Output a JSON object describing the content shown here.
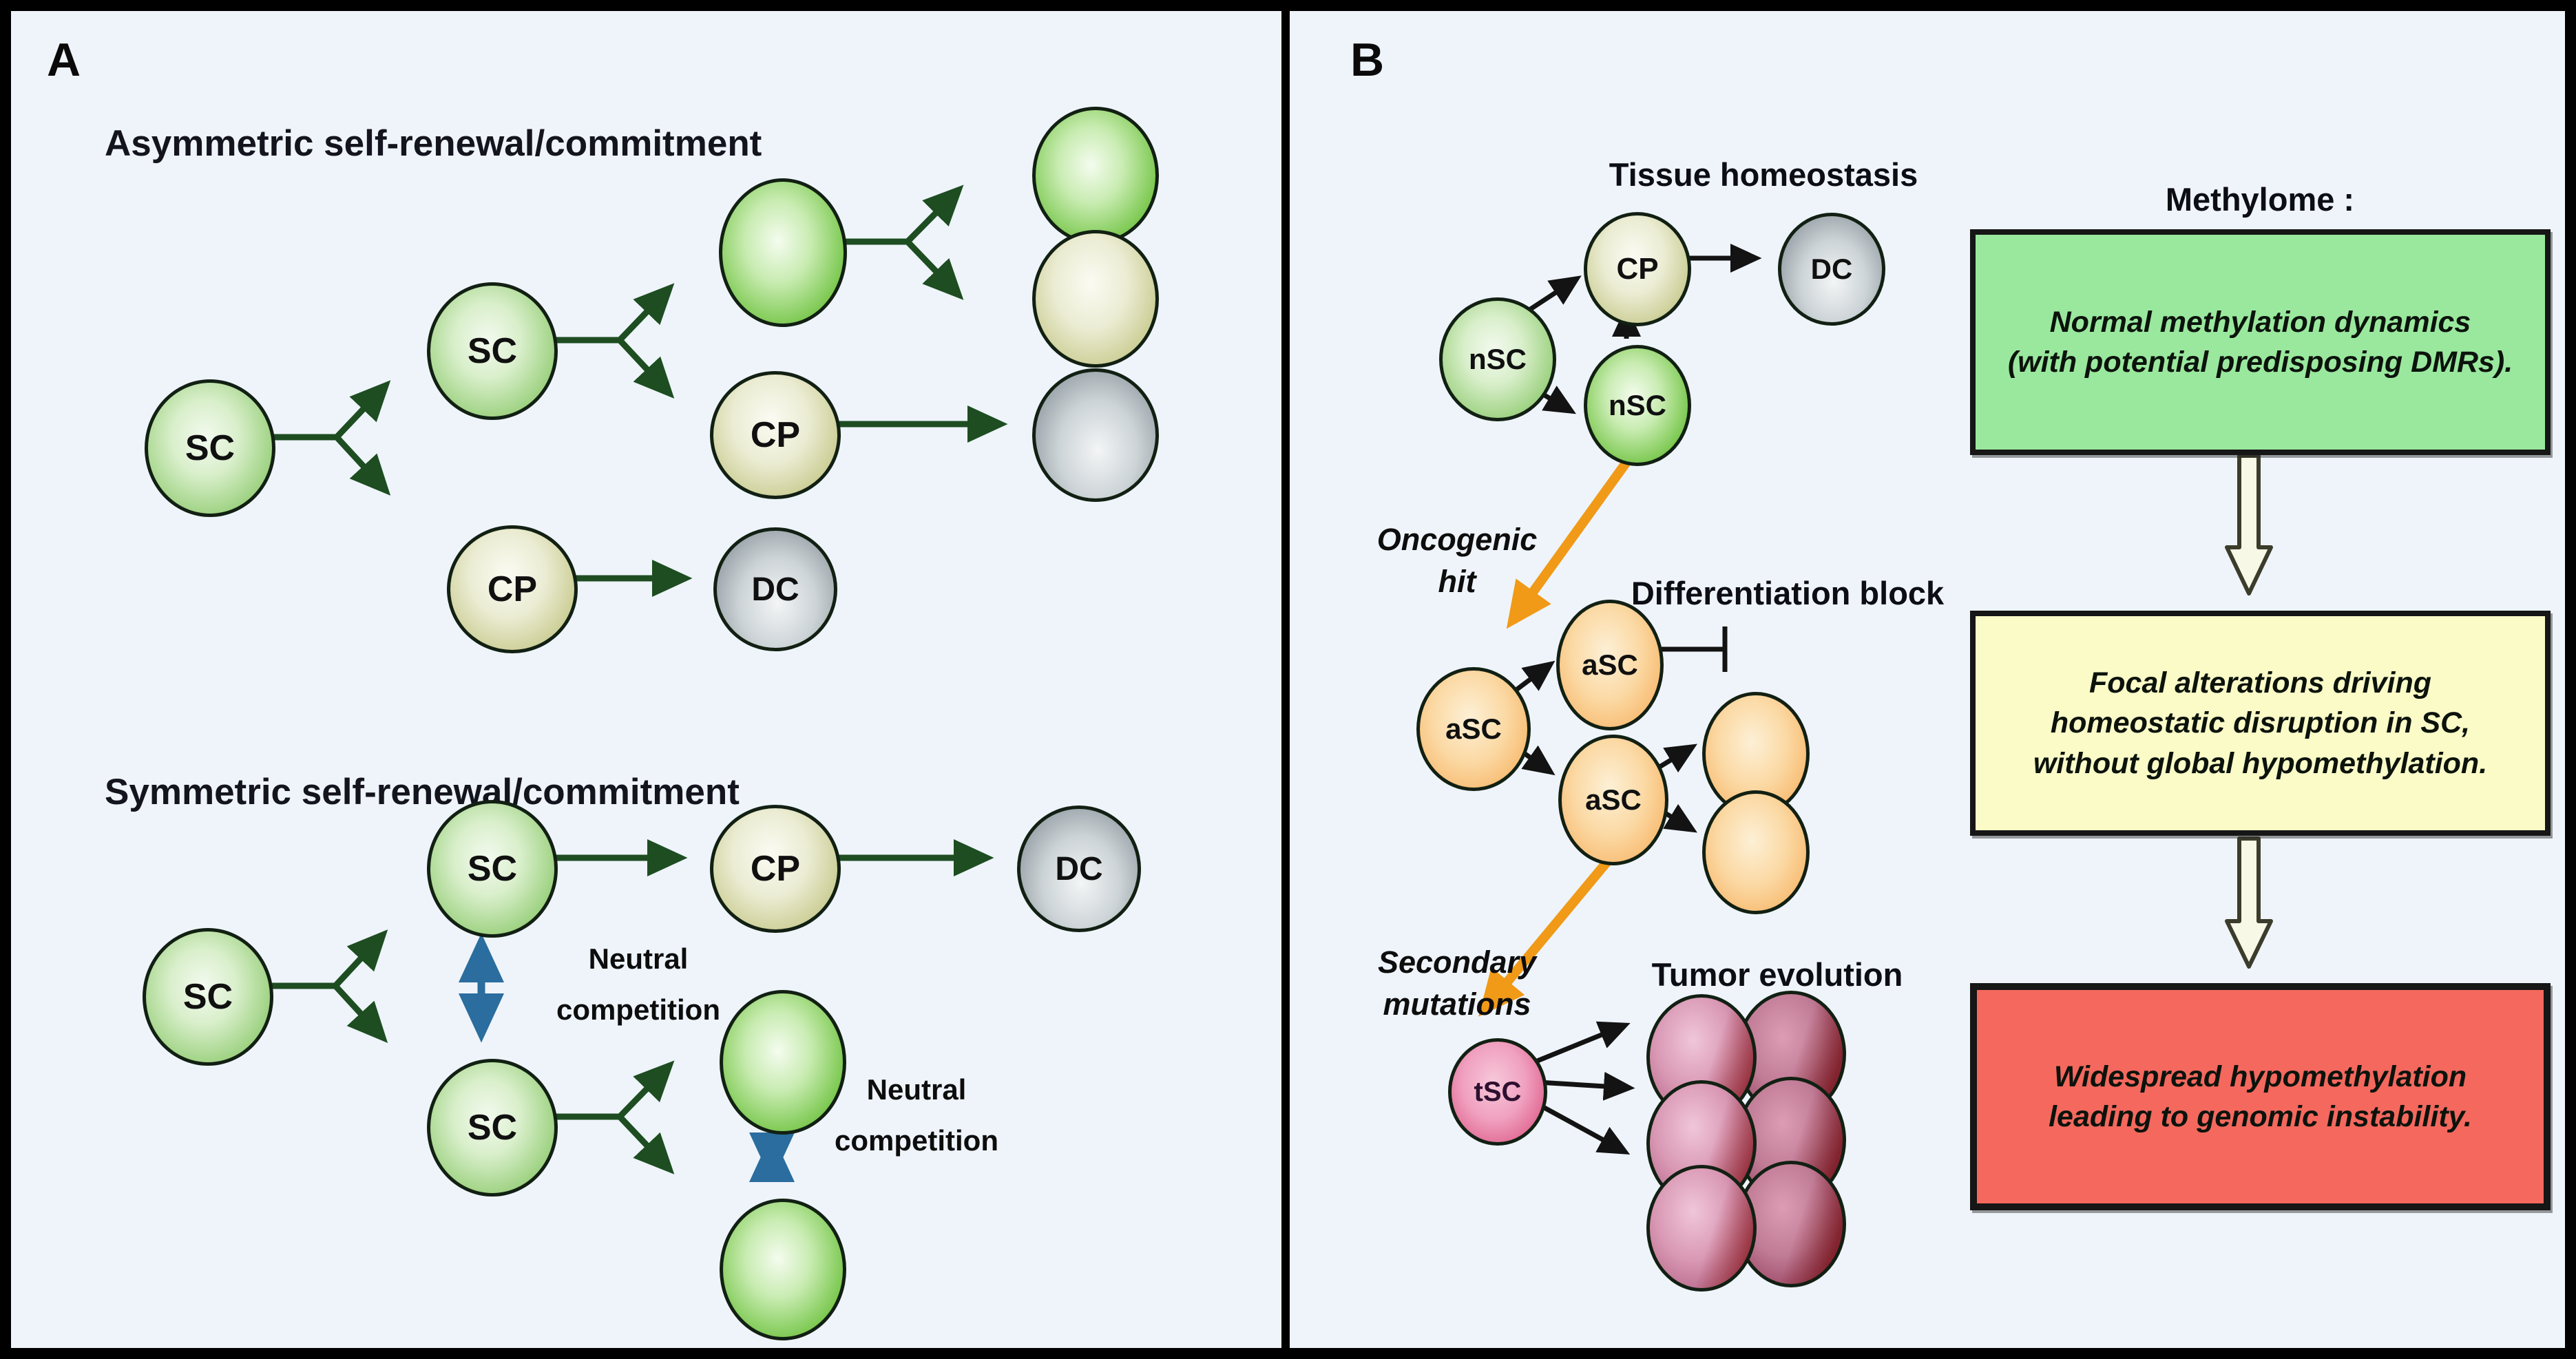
{
  "panel_a": {
    "label": "A",
    "asymmetric_title": "Asymmetric self-renewal/commitment",
    "symmetric_title": "Symmetric self-renewal/commitment",
    "cell_labels": {
      "sc": "SC",
      "cp": "CP",
      "dc": "DC"
    },
    "neutral_competition": "Neutral\ncompetition"
  },
  "panel_b": {
    "label": "B",
    "titles": {
      "tissue_homeostasis": "Tissue homeostasis",
      "differentiation_block": "Differentiation block",
      "tumor_evolution": "Tumor evolution"
    },
    "transitions": {
      "oncogenic_hit": "Oncogenic\nhit",
      "secondary_mutations": "Secondary\nmutations"
    },
    "cell_labels": {
      "nsc": "nSC",
      "asc": "aSC",
      "tsc": "tSC"
    }
  },
  "methylome": {
    "title": "Methylome :",
    "boxes": [
      {
        "name": "normal",
        "text": "Normal methylation dynamics\n(with potential predisposing DMRs)."
      },
      {
        "name": "focal",
        "text": "Focal alterations driving\nhomeostatic disruption in SC,\nwithout global hypomethylation."
      },
      {
        "name": "widespread",
        "text": "Widespread hypomethylation\nleading to genomic instability."
      }
    ]
  },
  "colors": {
    "background": "#eef4fa",
    "panel-border": "#000000",
    "arrow-green": "#1d4d21",
    "arrow-black": "#131313",
    "arrow-blue": "#2a6d9e",
    "arrow-orange": "#f09a18",
    "box-green": "#9ae89e",
    "box-yellow": "#fbfbc8",
    "box-red": "#f4685e",
    "hollow-arrow-fill": "#f8f8e6"
  }
}
